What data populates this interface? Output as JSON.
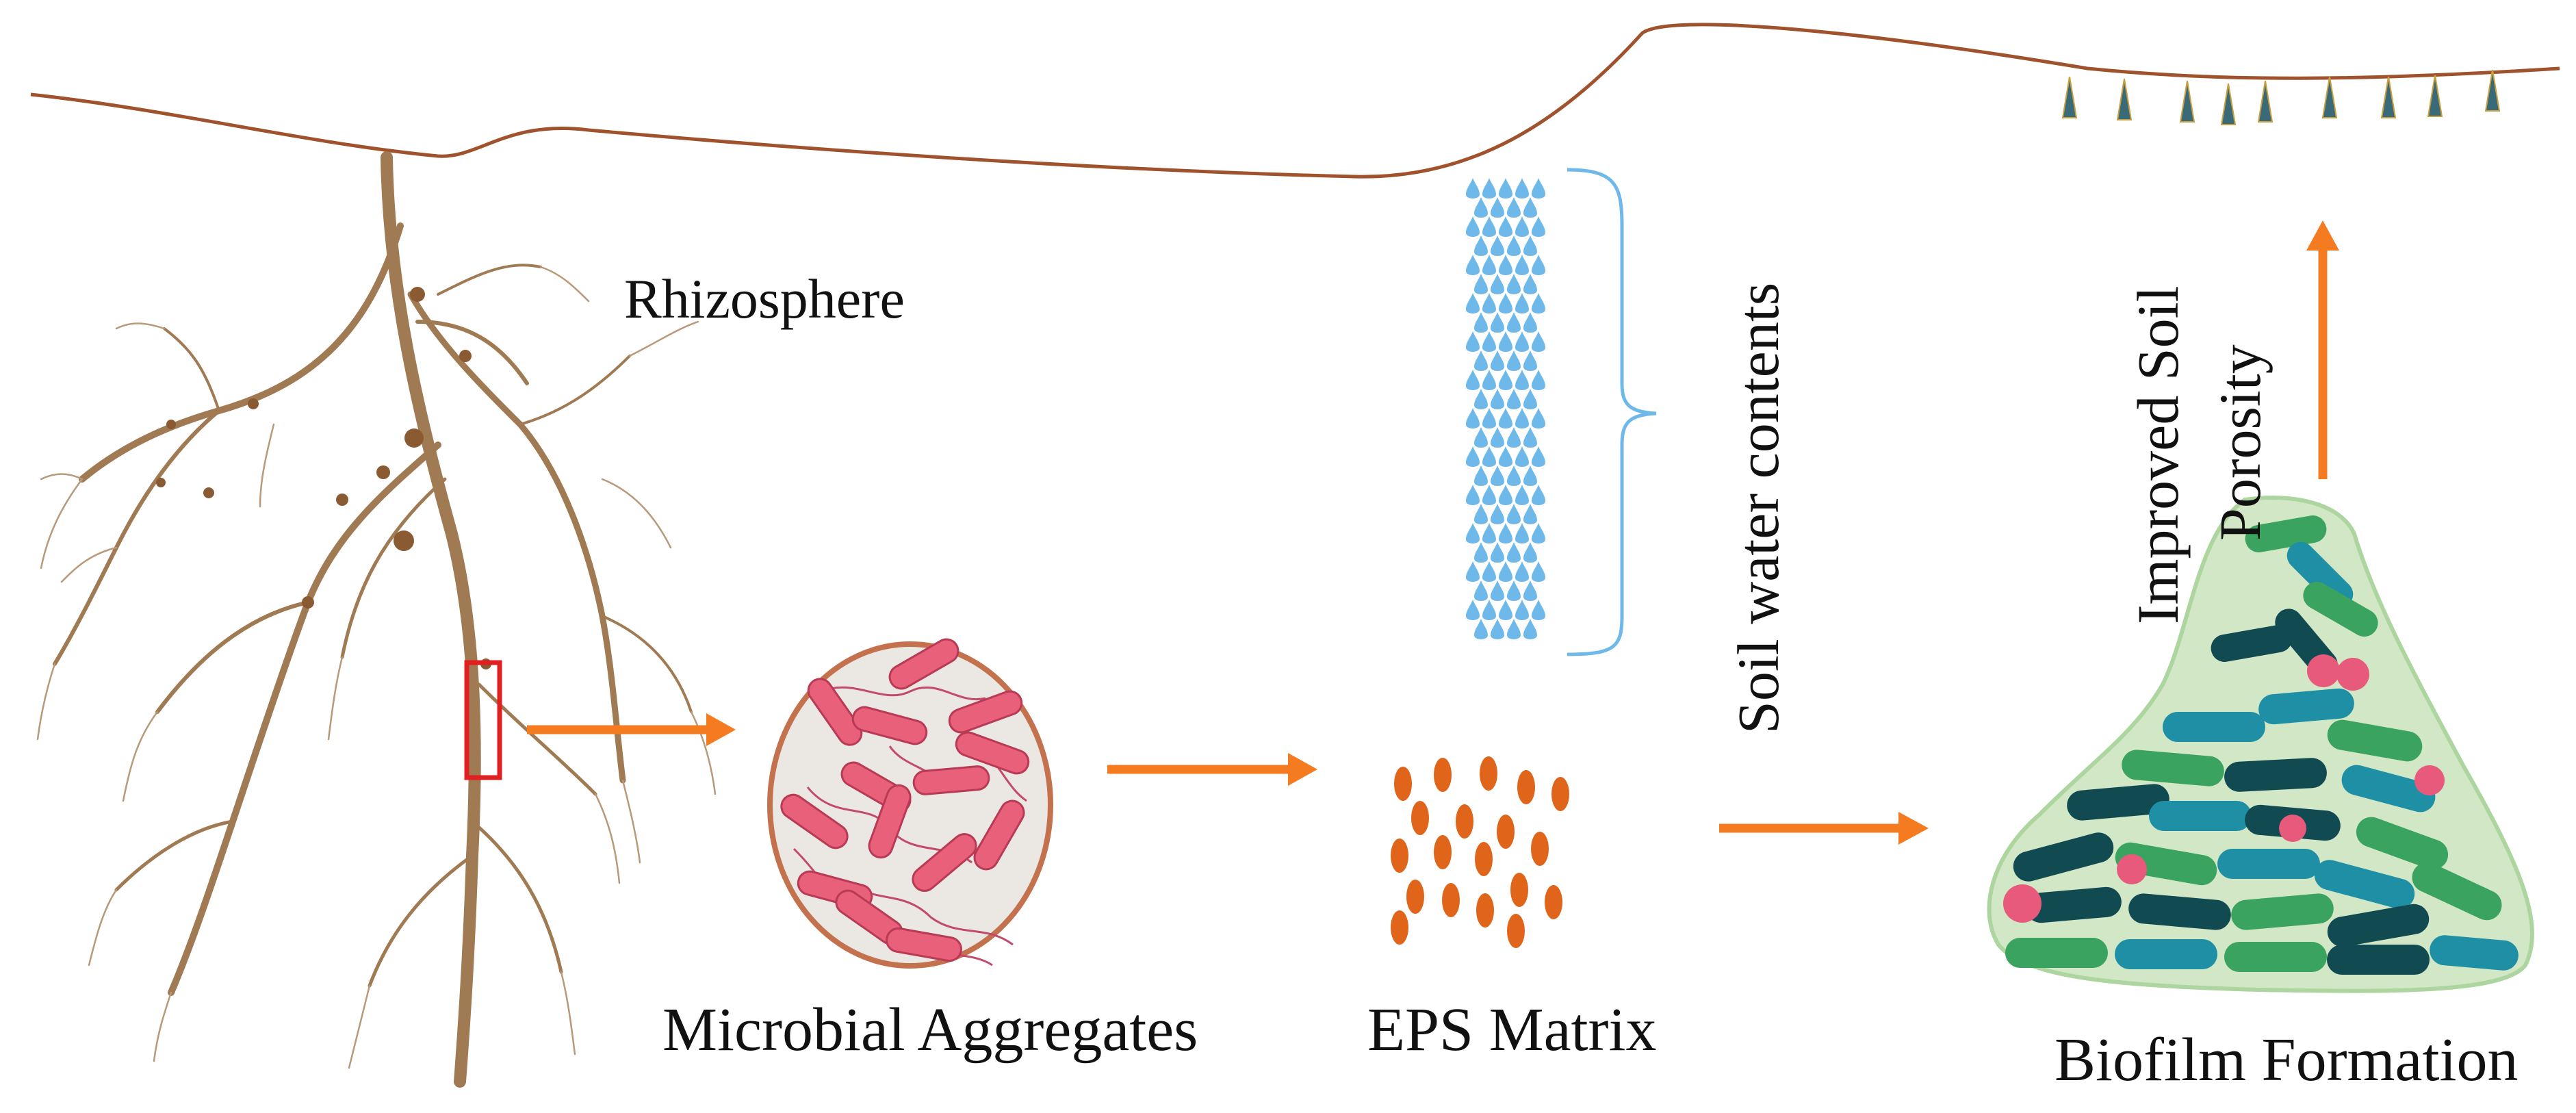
{
  "labels": {
    "rhizosphere": "Rhizosphere",
    "microbial_aggregates": "Microbial Aggregates",
    "eps_matrix": "EPS Matrix",
    "biofilm_formation": "Biofilm Formation",
    "soil_water_contents": "Soil water contents",
    "improved_soil_porosity_line1": "Improved Soil",
    "improved_soil_porosity_line2": "Porosity"
  },
  "colors": {
    "root": "#a07a52",
    "soil_line": "#a0522d",
    "arrow": "#f47b20",
    "bacteria": "#e8607a",
    "bacteria_outline": "#b83a55",
    "eps_dot": "#e0651a",
    "water_drop": "#6fb9ea",
    "brace": "#6fb9ea",
    "highlight_box": "#e02020",
    "biofilm_blue": "#1e8fa5",
    "biofilm_dark": "#124a52",
    "biofilm_green": "#3aa35f",
    "biofilm_pink": "#e85a7c",
    "biofilm_matrix": "#cfe6c2"
  }
}
